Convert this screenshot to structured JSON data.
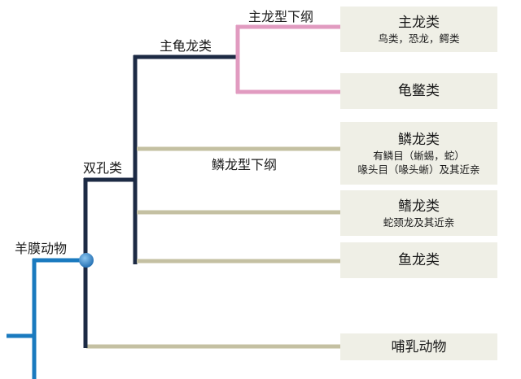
{
  "colors": {
    "amniote_branch": "#1a7abf",
    "diapsid_branch": "#1c2a44",
    "archosaur_branch": "#e19bc0",
    "tan_branch": "#c4c0a2",
    "box_bg": "#efefe6",
    "node_dot": "#2f7fc4"
  },
  "labels": {
    "amniota": "羊膜动物",
    "diapsida": "双孔类",
    "archelosauria": "主龟龙类",
    "archosauromorpha": "主龙型下纲",
    "lepidosauromorpha": "鳞龙型下纲"
  },
  "taxa": {
    "archosaurs": {
      "title": "主龙类",
      "subtitle": "鸟类，恐龙，鳄类"
    },
    "turtles": {
      "title": "龟鳖类"
    },
    "lepidosaurs": {
      "title": "鳞龙类",
      "subtitle_1": "有鳞目（蜥蜴，蛇）",
      "subtitle_2": "喙头目（喙头蜥）及其近亲"
    },
    "sauropterygians": {
      "title": "鳍龙类",
      "subtitle": "蛇颈龙及其近亲"
    },
    "ichthyosaurs": {
      "title": "鱼龙类"
    },
    "mammals": {
      "title": "哺乳动物"
    }
  }
}
